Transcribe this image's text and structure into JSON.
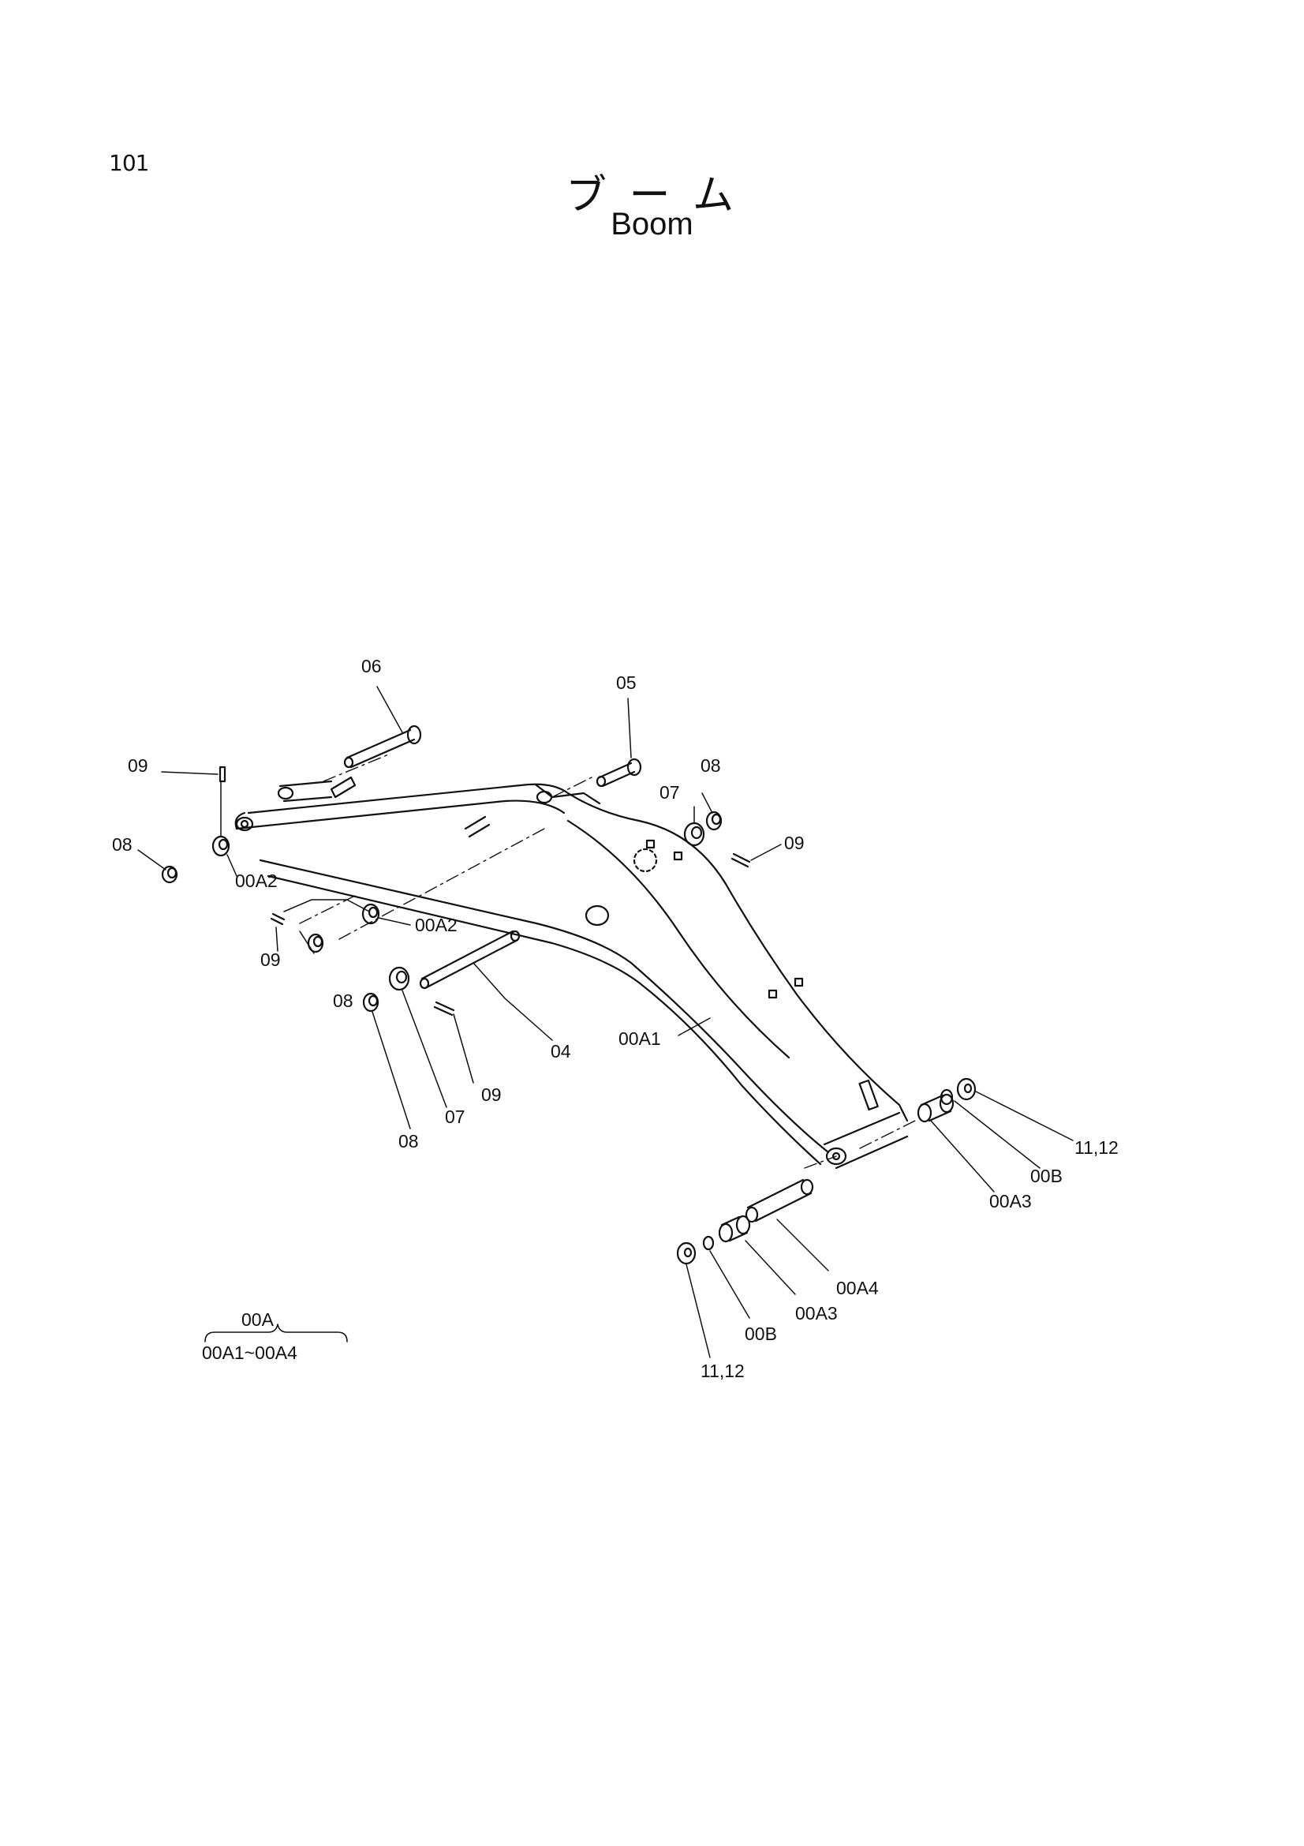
{
  "page_number": "101",
  "title_jp": "ブ ー ム",
  "title_en": "Boom",
  "callouts": {
    "c06": "06",
    "c05": "05",
    "c09_top_left": "09",
    "c08_top_right": "08",
    "c07_top_right": "07",
    "c09_top_right": "09",
    "c08_left": "08",
    "c00A2_left": "00A2",
    "c09_mid": "09",
    "c00A2_mid": "00A2",
    "c08_mid": "08",
    "c04": "04",
    "c00A1": "00A1",
    "c09_low": "09",
    "c07_low": "07",
    "c08_low": "08",
    "c11_12_right": "11,12",
    "c00B_right": "00B",
    "c00A3_right": "00A3",
    "c00A4": "00A4",
    "c00A3_low": "00A3",
    "c00B_low": "00B",
    "c11_12_low": "11,12"
  },
  "assembly_key": {
    "top": "00A",
    "bottom": "00A1~00A4"
  }
}
